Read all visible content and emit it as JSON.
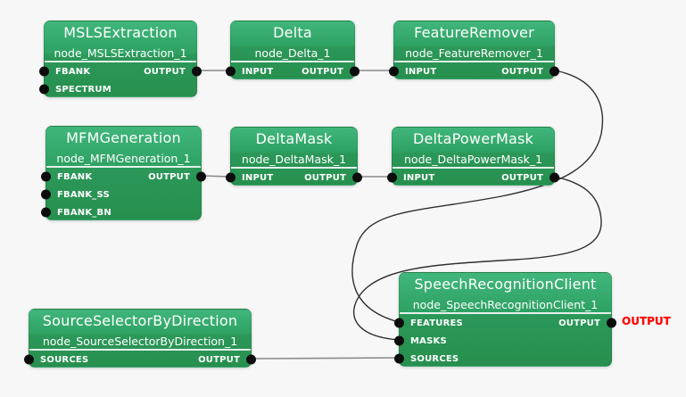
{
  "app": {
    "background_color": "#f7f7f7",
    "node_color_top": "#41b67c",
    "node_color_bottom": "#27904f",
    "link_color": "#8a8a8a",
    "curve_color": "#2f2f2f",
    "port_color": "#0d0d0d",
    "external_output_color": "#ff0000"
  },
  "nodes": [
    {
      "id": "node_MSLSExtraction_1",
      "title": "MSLSExtraction",
      "subtitle": "node_MSLSExtraction_1",
      "inputs": [
        "FBANK",
        "SPECTRUM"
      ],
      "outputs": [
        "OUTPUT"
      ]
    },
    {
      "id": "node_Delta_1",
      "title": "Delta",
      "subtitle": "node_Delta_1",
      "inputs": [
        "INPUT"
      ],
      "outputs": [
        "OUTPUT"
      ]
    },
    {
      "id": "node_FeatureRemover_1",
      "title": "FeatureRemover",
      "subtitle": "node_FeatureRemover_1",
      "inputs": [
        "INPUT"
      ],
      "outputs": [
        "OUTPUT"
      ]
    },
    {
      "id": "node_MFMGeneration_1",
      "title": "MFMGeneration",
      "subtitle": "node_MFMGeneration_1",
      "inputs": [
        "FBANK",
        "FBANK_SS",
        "FBANK_BN"
      ],
      "outputs": [
        "OUTPUT"
      ]
    },
    {
      "id": "node_DeltaMask_1",
      "title": "DeltaMask",
      "subtitle": "node_DeltaMask_1",
      "inputs": [
        "INPUT"
      ],
      "outputs": [
        "OUTPUT"
      ]
    },
    {
      "id": "node_DeltaPowerMask_1",
      "title": "DeltaPowerMask",
      "subtitle": "node_DeltaPowerMask_1",
      "inputs": [
        "INPUT"
      ],
      "outputs": [
        "OUTPUT"
      ]
    },
    {
      "id": "node_SpeechRecognitionClient_1",
      "title": "SpeechRecognitionClient",
      "subtitle": "node_SpeechRecognitionClient_1",
      "inputs": [
        "FEATURES",
        "MASKS",
        "SOURCES"
      ],
      "outputs": [
        "OUTPUT"
      ],
      "external_output": "OUTPUT"
    },
    {
      "id": "node_SourceSelectorByDirection_1",
      "title": "SourceSelectorByDirection",
      "subtitle": "node_SourceSelectorByDirection_1",
      "inputs": [
        "SOURCES"
      ],
      "outputs": [
        "OUTPUT"
      ]
    }
  ],
  "connections": [
    {
      "from": "node_MSLSExtraction_1.OUTPUT",
      "to": "node_Delta_1.INPUT",
      "shape": "straight"
    },
    {
      "from": "node_Delta_1.OUTPUT",
      "to": "node_FeatureRemover_1.INPUT",
      "shape": "straight"
    },
    {
      "from": "node_MFMGeneration_1.OUTPUT",
      "to": "node_DeltaMask_1.INPUT",
      "shape": "straight"
    },
    {
      "from": "node_DeltaMask_1.OUTPUT",
      "to": "node_DeltaPowerMask_1.INPUT",
      "shape": "straight"
    },
    {
      "from": "node_FeatureRemover_1.OUTPUT",
      "to": "node_SpeechRecognitionClient_1.FEATURES",
      "shape": "curve"
    },
    {
      "from": "node_DeltaPowerMask_1.OUTPUT",
      "to": "node_SpeechRecognitionClient_1.MASKS",
      "shape": "curve"
    },
    {
      "from": "node_SourceSelectorByDirection_1.OUTPUT",
      "to": "node_SpeechRecognitionClient_1.SOURCES",
      "shape": "straight"
    }
  ]
}
